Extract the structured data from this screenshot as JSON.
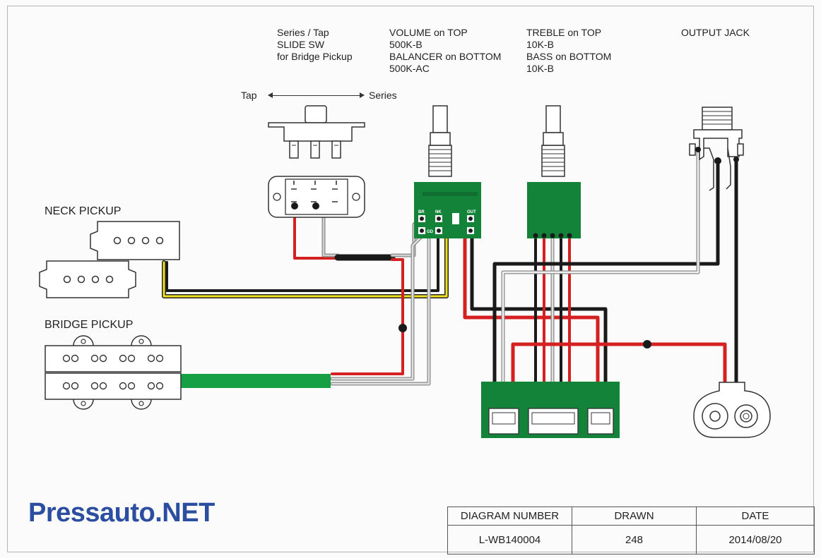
{
  "labels": {
    "switch": [
      "Series / Tap",
      "SLIDE SW",
      "for Bridge Pickup"
    ],
    "volume": [
      "VOLUME on TOP",
      "500K-B",
      "BALANCER on BOTTOM",
      "500K-AC"
    ],
    "treble": [
      "TREBLE on TOP",
      "10K-B",
      "BASS on BOTTOM",
      "10K-B"
    ],
    "output_jack": "OUTPUT JACK",
    "tap": "Tap",
    "series": "Series",
    "neck_pickup": "NECK PICKUP",
    "bridge_pickup": "BRIDGE PICKUP"
  },
  "pcb_tags": {
    "br": "BR",
    "nk": "NK",
    "out": "OUT",
    "gd": "GD"
  },
  "brand": "Pressauto.NET",
  "title_block": {
    "headers": [
      "DIAGRAM NUMBER",
      "DRAWN",
      "DATE"
    ],
    "values": [
      "L-WB140004",
      "248",
      "2014/08/20"
    ]
  },
  "colors": {
    "pcb_green": "#13833a",
    "wire_red": "#d42020",
    "wire_black": "#1a1a1a",
    "wire_gray": "#a8a8a8",
    "wire_yellow": "#f0e020",
    "shield_green": "#16a045",
    "brand_blue": "#2c4ea0"
  }
}
